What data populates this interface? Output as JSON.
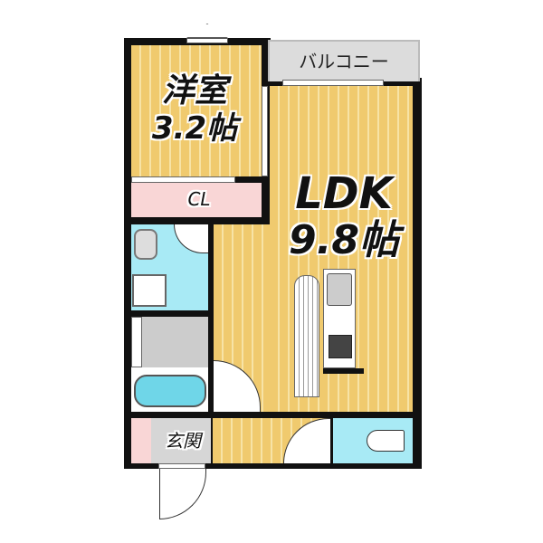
{
  "floorplan": {
    "rooms": {
      "western_room": {
        "name": "洋室",
        "size": "3.2帖"
      },
      "ldk": {
        "name": "LDK",
        "size": "9.8帖"
      },
      "closet": {
        "name": "CL"
      },
      "balcony": {
        "name": "バルコニー"
      },
      "entrance": {
        "name": "玄関"
      }
    },
    "colors": {
      "floor_wood": "#f0ca6e",
      "wood_stripe": "#f7e3a6",
      "balcony": "#dcdcdc",
      "closet": "#f9d6d6",
      "wet_area": "#a8eaf5",
      "wall": "#111111",
      "entrance_tile": "#d6d6d6"
    }
  }
}
